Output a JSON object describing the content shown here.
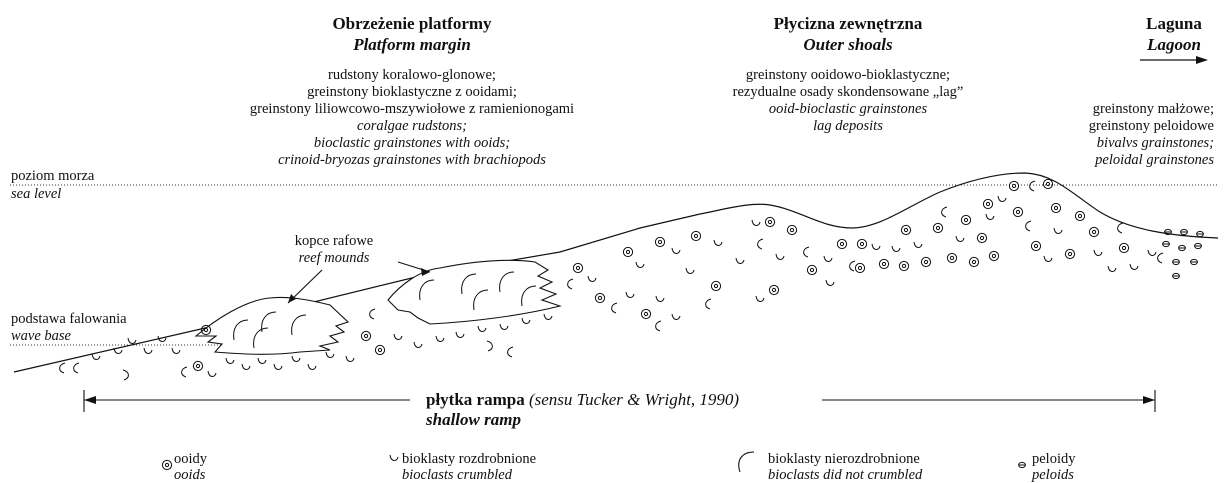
{
  "zones": {
    "margin": {
      "title_pl": "Obrzeżenie platformy",
      "title_en": "Platform margin"
    },
    "shoals": {
      "title_pl": "Płycizna zewnętrzna",
      "title_en": "Outer shoals"
    },
    "lagoon": {
      "title_pl": "Laguna",
      "title_en": "Lagoon"
    }
  },
  "facies": {
    "margin": {
      "pl": [
        "rudstony koralowo-glonowe;",
        "greinstony bioklastyczne z ooidami;",
        "greinstony liliowcowo-mszywiołowe z ramienionogami"
      ],
      "en": [
        "coralgae rudstons;",
        "bioclastic grainstones with ooids;",
        "crinoid-bryozas grainstones with brachiopods"
      ]
    },
    "shoals": {
      "pl": [
        "greinstony ooidowo-bioklastyczne;",
        "rezydualne osady skondensowane „lag”"
      ],
      "en": [
        "ooid-bioclastic grainstones",
        "lag deposits"
      ]
    },
    "lagoon": {
      "pl": [
        "greinstony małżowe;",
        "greinstony peloidowe"
      ],
      "en": [
        "bivalvs grainstones;",
        "peloidal grainstones"
      ]
    }
  },
  "levels": {
    "sea_level_pl": "poziom morza",
    "sea_level_en": "sea level",
    "wave_base_pl": "podstawa falowania",
    "wave_base_en": "wave base"
  },
  "reef": {
    "pl": "kopce rafowe",
    "en": "reef mounds"
  },
  "ramp": {
    "pl": "płytka rampa",
    "ref": "(sensu Tucker & Wright, 1990)",
    "en": "shallow ramp"
  },
  "legend": [
    {
      "icon": "ooid-icon",
      "pl": "ooidy",
      "en": "ooids"
    },
    {
      "icon": "bioclast-crumbled-icon",
      "pl": "bioklasty rozdrobnione",
      "en": "bioclasts crumbled"
    },
    {
      "icon": "bioclast-whole-icon",
      "pl": "bioklasty nierozdrobnione",
      "en": "bioclasts did not crumbled"
    },
    {
      "icon": "peloid-icon",
      "pl": "peloidy",
      "en": "peloids"
    }
  ]
}
